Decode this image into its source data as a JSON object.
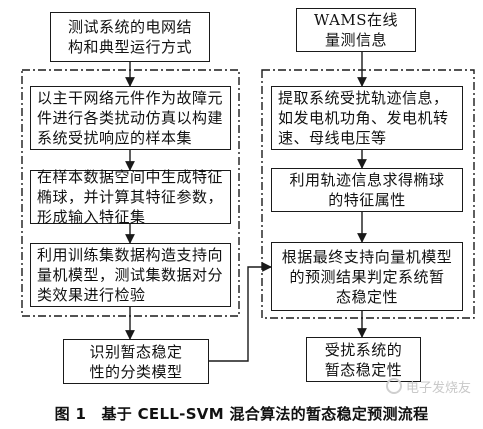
{
  "diagram": {
    "left_column": {
      "top": "测试系统的电网结\n构和典型运行方式",
      "step1": "以主干网络元件作为故障元\n件进行各类扰动仿真以构建\n系统受扰响应的样本集",
      "step2": "在样本数据空间中生成特征\n椭球，并计算其特征参数，\n形成输入特征集",
      "step3": "利用训练集数据构造支持向\n量机模型，测试集数据对分\n类效果进行检验",
      "result": "识别暂态稳定\n性的分类模型"
    },
    "right_column": {
      "top": "WAMS在线\n量测信息",
      "step1": "提取系统受扰轨迹信息，\n如发电机功角、发电机转\n速、母线电压等",
      "step2": "利用轨迹信息求得椭球\n的特征属性",
      "step3": "根据最终支持向量机模型\n的预测结果判定系统暂\n态稳定性",
      "result": "受扰系统的\n暂态稳定性"
    }
  },
  "caption": "图 1　基于 CELL-SVM 混合算法的暂态稳定预测流程",
  "watermark": "电子发烧友",
  "colors": {
    "line": "#1a1a1a",
    "background": "#ffffff",
    "watermark": "#c9c9c9"
  }
}
